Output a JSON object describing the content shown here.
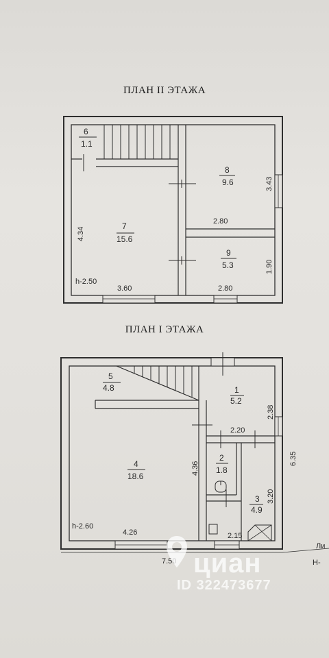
{
  "floor2": {
    "title": "ПЛАН II ЭТАЖА",
    "rooms": {
      "r6": {
        "num": "6",
        "area": "1.1"
      },
      "r7": {
        "num": "7",
        "area": "15.6"
      },
      "r8": {
        "num": "8",
        "area": "9.6"
      },
      "r9": {
        "num": "9",
        "area": "5.3"
      }
    },
    "dims": {
      "left": "4.34",
      "right_upper": "3.43",
      "right_lower": "1.90",
      "mid": "2.80",
      "bottom_left": "3.60",
      "bottom_right": "2.80"
    },
    "height": "h-2.50"
  },
  "floor1": {
    "title": "ПЛАН I ЭТАЖА",
    "rooms": {
      "r1": {
        "num": "1",
        "area": "5.2"
      },
      "r2": {
        "num": "2",
        "area": "1.8"
      },
      "r3": {
        "num": "3",
        "area": "4.9"
      },
      "r4": {
        "num": "4",
        "area": "18.6"
      },
      "r5": {
        "num": "5",
        "area": "4.8"
      }
    },
    "dims": {
      "right_upper": "2.38",
      "right_full": "6.35",
      "mid": "2.20",
      "partition": "4.36",
      "bath": "3.20",
      "bottom_left": "4.26",
      "bottom_right": "2.15",
      "total": "7.50"
    },
    "height": "h-2.60",
    "edge_text_1": "Ли",
    "edge_text_2": "Н-"
  },
  "watermark": {
    "brand": "циан",
    "id": "ID 322473677"
  }
}
